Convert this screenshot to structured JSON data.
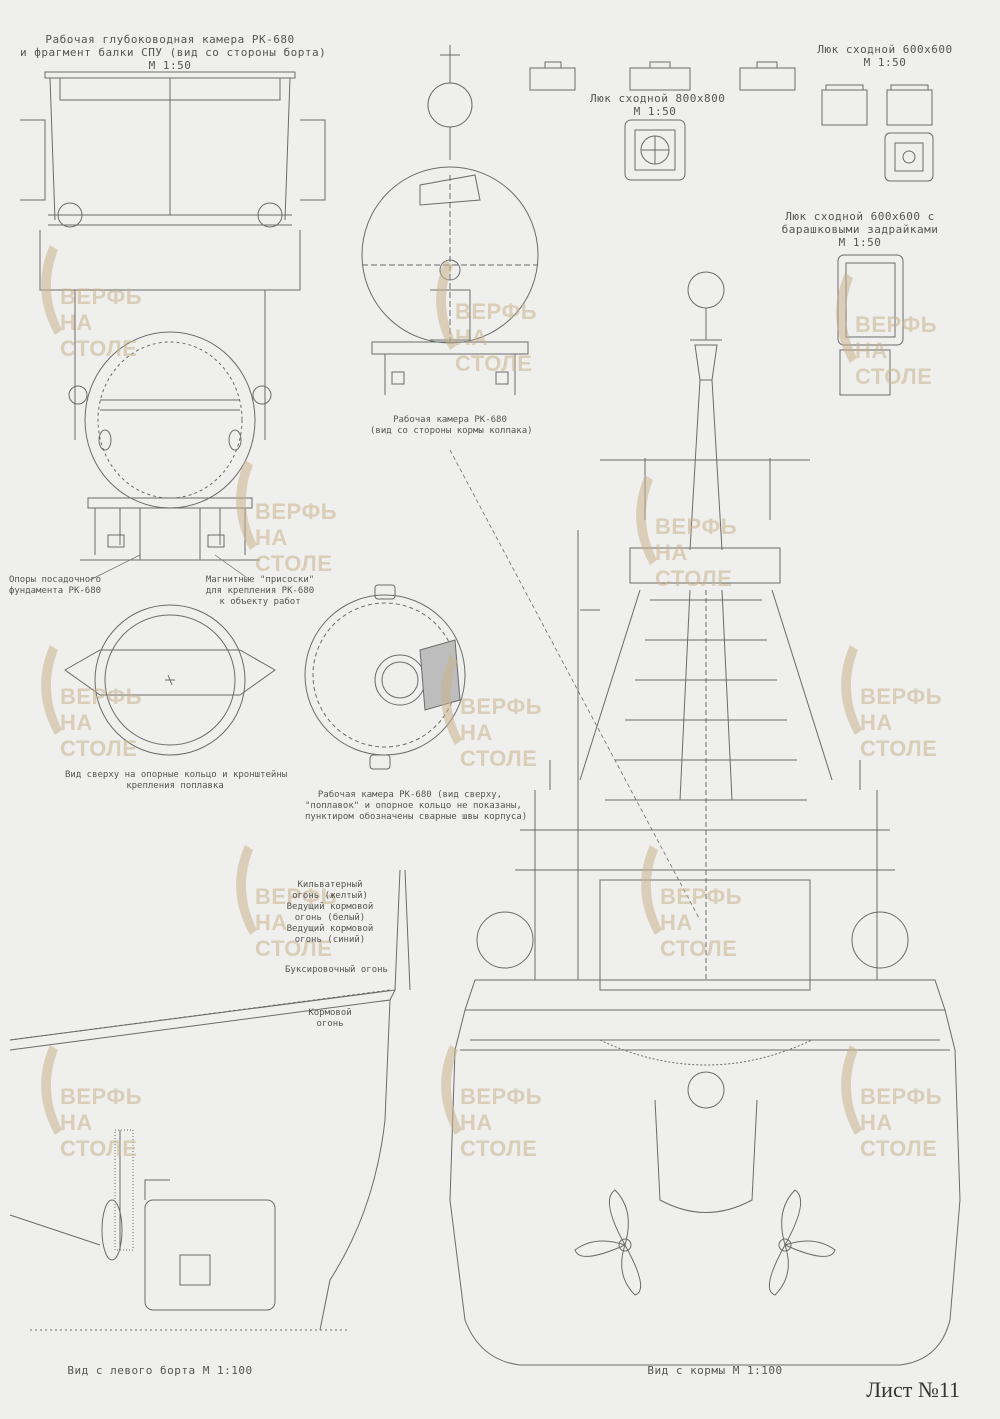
{
  "sheet": {
    "number": "Лист №11"
  },
  "labels": {
    "chamber_side_title_1": "Рабочая глубоководная камера РК-680",
    "chamber_side_title_2": "и фрагмент балки СПУ (вид со стороны борта)",
    "chamber_side_scale": "М 1:50",
    "chamber_aft_1": "Рабочая камера РК-680",
    "chamber_aft_2": "(вид со стороны кормы колпака)",
    "supports_1": "Опоры посадочного",
    "supports_2": "фундамента РК-680",
    "suckers_1": "Магнитные \"присоски\"",
    "suckers_2": "для крепления РК-680",
    "suckers_3": "к объекту работ",
    "ring_top_1": "Вид сверху на опорные кольцо и кронштейны",
    "ring_top_2": "крепления поплавка",
    "chamber_top_1": "Рабочая камера РК-680 (вид сверху,",
    "chamber_top_2": "\"поплавок\" и опорное кольцо не показаны,",
    "chamber_top_3": "пунктиром обозначены сварные швы корпуса)",
    "hatch_800": "Люк сходной 800х800",
    "hatch_800_scale": "М 1:50",
    "hatch_600": "Люк сходной 600х600",
    "hatch_600_scale": "М 1:50",
    "hatch_600b_1": "Люк сходной 600х600 с",
    "hatch_600b_2": "барашковыми задрайками",
    "hatch_600b_scale": "М 1:50",
    "light_1": "Кильватерный",
    "light_2": "огонь (желтый)",
    "light_3": "Ведущий кормовой",
    "light_4": "огонь (белый)",
    "light_5": "Ведущий кормовой",
    "light_6": "огонь (синий)",
    "light_7": "Буксировочный огонь",
    "light_8": "Кормовой",
    "light_9": "огонь",
    "side_view": "Вид с левого борта М 1:100",
    "stern_view": "Вид с кормы М 1:100"
  },
  "watermark": {
    "line1": "ВЕРФЬ",
    "line2": "НА СТОЛЕ"
  },
  "colors": {
    "paper": "#efefed",
    "line": "#6b6b6b",
    "watermark": "#c9b48e"
  }
}
